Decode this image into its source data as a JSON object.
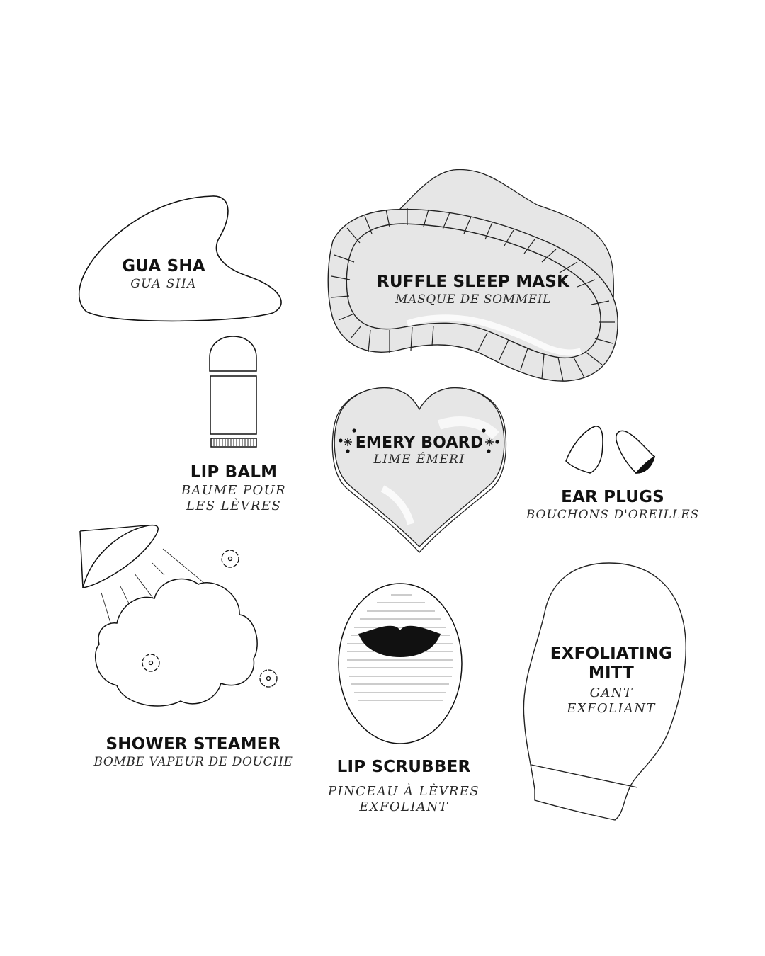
{
  "colors": {
    "ink": "#111111",
    "fill_gray": "#e6e6e6",
    "background": "#ffffff"
  },
  "items": {
    "gua_sha": {
      "en": "GUA SHA",
      "fr": "GUA SHA",
      "icon": "gua-sha-stone-icon"
    },
    "sleep_mask": {
      "en": "RUFFLE SLEEP MASK",
      "fr": "MASQUE DE SOMMEIL",
      "icon": "ruffle-sleep-mask-icon"
    },
    "lip_balm": {
      "en": "LIP BALM",
      "fr_line1": "BAUME POUR",
      "fr_line2": "LES LÈVRES",
      "icon": "lip-balm-icon"
    },
    "emery_board": {
      "en": "EMERY BOARD",
      "fr": "LIME ÉMERI",
      "icon": "heart-emery-board-icon"
    },
    "ear_plugs": {
      "en": "EAR PLUGS",
      "fr": "BOUCHONS D'OREILLES",
      "icon": "ear-plugs-icon"
    },
    "shower_steamer": {
      "en": "SHOWER STEAMER",
      "fr": "BOMBE VAPEUR DE DOUCHE",
      "icon": "shower-steamer-icon"
    },
    "lip_scrubber": {
      "en": "LIP SCRUBBER",
      "fr_line1": "PINCEAU À LÈVRES",
      "fr_line2": "EXFOLIANT",
      "icon": "lip-scrubber-icon"
    },
    "exfoliating_mitt": {
      "en_line1": "EXFOLIATING",
      "en_line2": "MITT",
      "fr_line1": "GANT",
      "fr_line2": "EXFOLIANT",
      "icon": "exfoliating-mitt-icon"
    }
  }
}
